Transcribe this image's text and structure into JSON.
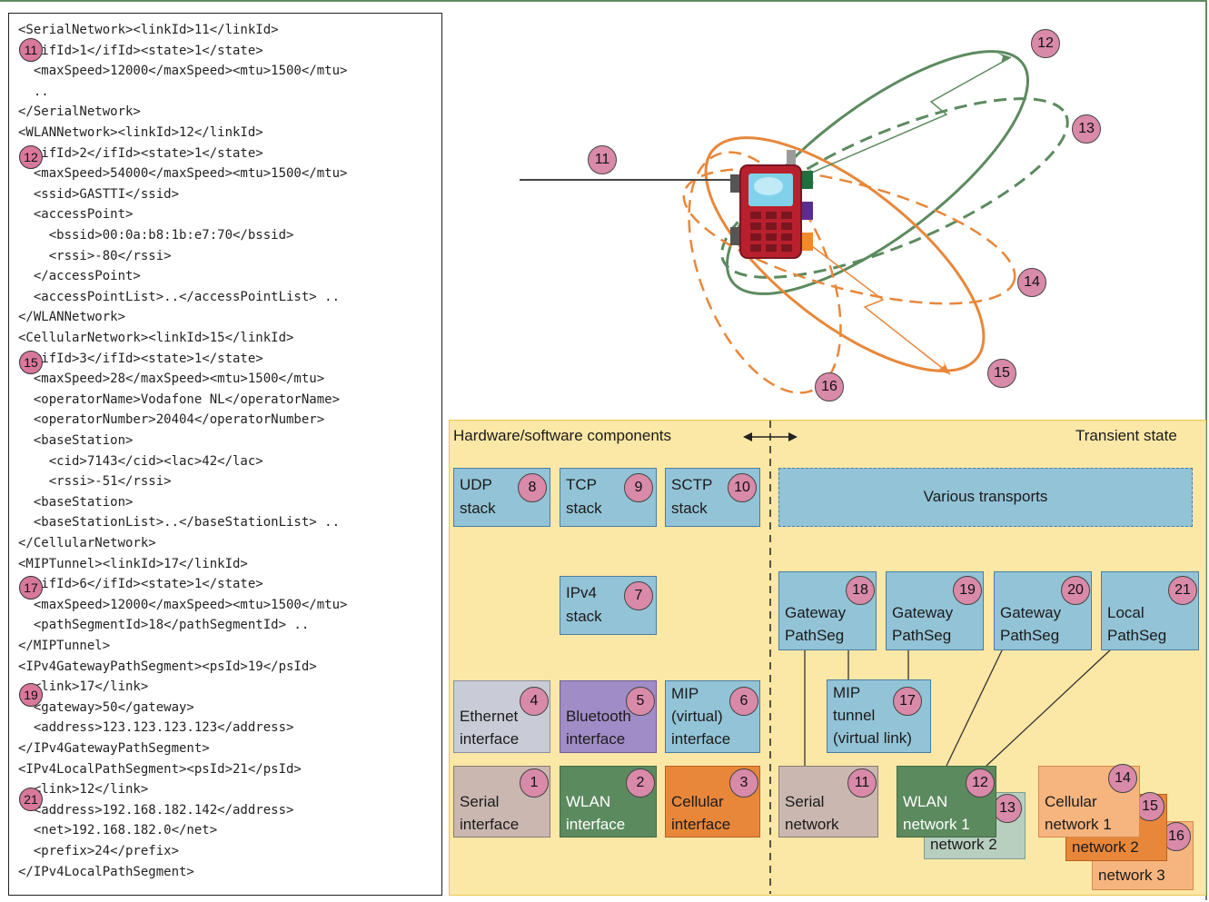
{
  "xml_lines": [
    "<SerialNetwork><linkId>11</linkId>",
    "  <ifId>1</ifId><state>1</state>",
    "  <maxSpeed>12000</maxSpeed><mtu>1500</mtu>",
    "  ..",
    "</SerialNetwork>",
    "<WLANNetwork><linkId>12</linkId>",
    "  <ifId>2</ifId><state>1</state>",
    "  <maxSpeed>54000</maxSpeed><mtu>1500</mtu>",
    "  <ssid>GASTTI</ssid>",
    "  <accessPoint>",
    "    <bssid>00:0a:b8:1b:e7:70</bssid>",
    "    <rssi>-80</rssi>",
    "  </accessPoint>",
    "  <accessPointList>..</accessPointList> ..",
    "</WLANNetwork>",
    "<CellularNetwork><linkId>15</linkId>",
    "  <ifId>3</ifId><state>1</state>",
    "  <maxSpeed>28</maxSpeed><mtu>1500</mtu>",
    "  <operatorName>Vodafone NL</operatorName>",
    "  <operatorNumber>20404</operatorNumber>",
    "  <baseStation>",
    "    <cid>7143</cid><lac>42</lac>",
    "    <rssi>-51</rssi>",
    "  <baseStation>",
    "  <baseStationList>..</baseStationList> ..",
    "</CellularNetwork>",
    "<MIPTunnel><linkId>17</linkId>",
    "  <ifId>6</ifId><state>1</state>",
    "  <maxSpeed>12000</maxSpeed><mtu>1500</mtu>",
    "  <pathSegmentId>18</pathSegmentId> ..",
    "</MIPTunnel>",
    "<IPv4GatewayPathSegment><psId>19</psId>",
    "  <link>17</link>",
    "  <gateway>50</gateway>",
    "  <address>123.123.123.123</address>",
    "</IPv4GatewayPathSegment>",
    "<IPv4LocalPathSegment><psId>21</psId>",
    "  <link>12</link>",
    "  <address>192.168.182.142</address>",
    "  <net>192.168.182.0</net>",
    "  <prefix>24</prefix>",
    "</IPv4LocalPathSegment>"
  ],
  "xml_badges": [
    "11",
    "12",
    "15",
    "17",
    "19",
    "21"
  ],
  "top_badges": [
    "12",
    "13",
    "11",
    "14",
    "16",
    "15"
  ],
  "headers": {
    "left": "Hardware/software components",
    "right": "Transient state"
  },
  "boxes": {
    "udp": {
      "l1": "UDP",
      "l2": "stack",
      "n": "8"
    },
    "tcp": {
      "l1": "TCP",
      "l2": "stack",
      "n": "9"
    },
    "sctp": {
      "l1": "SCTP",
      "l2": "stack",
      "n": "10"
    },
    "transports": {
      "l1": "Various transports"
    },
    "ipv4": {
      "l1": "IPv4",
      "l2": "stack",
      "n": "7"
    },
    "gw18": {
      "l1": "Gateway",
      "l2": "PathSeg",
      "n": "18"
    },
    "gw19": {
      "l1": "Gateway",
      "l2": "PathSeg",
      "n": "19"
    },
    "gw20": {
      "l1": "Gateway",
      "l2": "PathSeg",
      "n": "20"
    },
    "local21": {
      "l1": "Local",
      "l2": "PathSeg",
      "n": "21"
    },
    "eth": {
      "l1": "Ethernet",
      "l2": "interface",
      "n": "4"
    },
    "bt": {
      "l1": "Bluetooth",
      "l2": "interface",
      "n": "5"
    },
    "mip": {
      "l1": "MIP",
      "l2": "(virtual)",
      "l3": "interface",
      "n": "6"
    },
    "mipt": {
      "l1": "MIP",
      "l2": "tunnel",
      "l3": "(virtual link)",
      "n": "17"
    },
    "serial": {
      "l1": "Serial",
      "l2": "interface",
      "n": "1"
    },
    "wlan": {
      "l1": "WLAN",
      "l2": "interface",
      "n": "2"
    },
    "cell": {
      "l1": "Cellular",
      "l2": "interface",
      "n": "3"
    },
    "sernet": {
      "l1": "Serial",
      "l2": "network",
      "n": "11"
    },
    "wlannet1": {
      "l1": "WLAN",
      "l2": "network 1",
      "n": "12"
    },
    "wlannet2": {
      "l1": "network 2",
      "n": "13"
    },
    "cellnet1": {
      "l1": "Cellular",
      "l2": "network 1",
      "n": "14"
    },
    "cellnet2": {
      "l1": "network 2",
      "n": "15"
    },
    "cellnet3": {
      "l1": "network 3",
      "n": "16"
    }
  },
  "colors": {
    "gray_box": "#c9ccd6",
    "purple_box": "#a08cc6",
    "blue_box": "#93c3d6",
    "serial_box": "#c9b7b0",
    "wlan_box": "#5c8a5f",
    "cell_box": "#e8873a",
    "light_orange": "#f6b57f",
    "light_green": "#b8cfc0",
    "yellow_bg": "#fbe7a6",
    "badge": "#d88aa8",
    "green_line": "#5c8a5f",
    "orange_line": "#e8873a"
  }
}
